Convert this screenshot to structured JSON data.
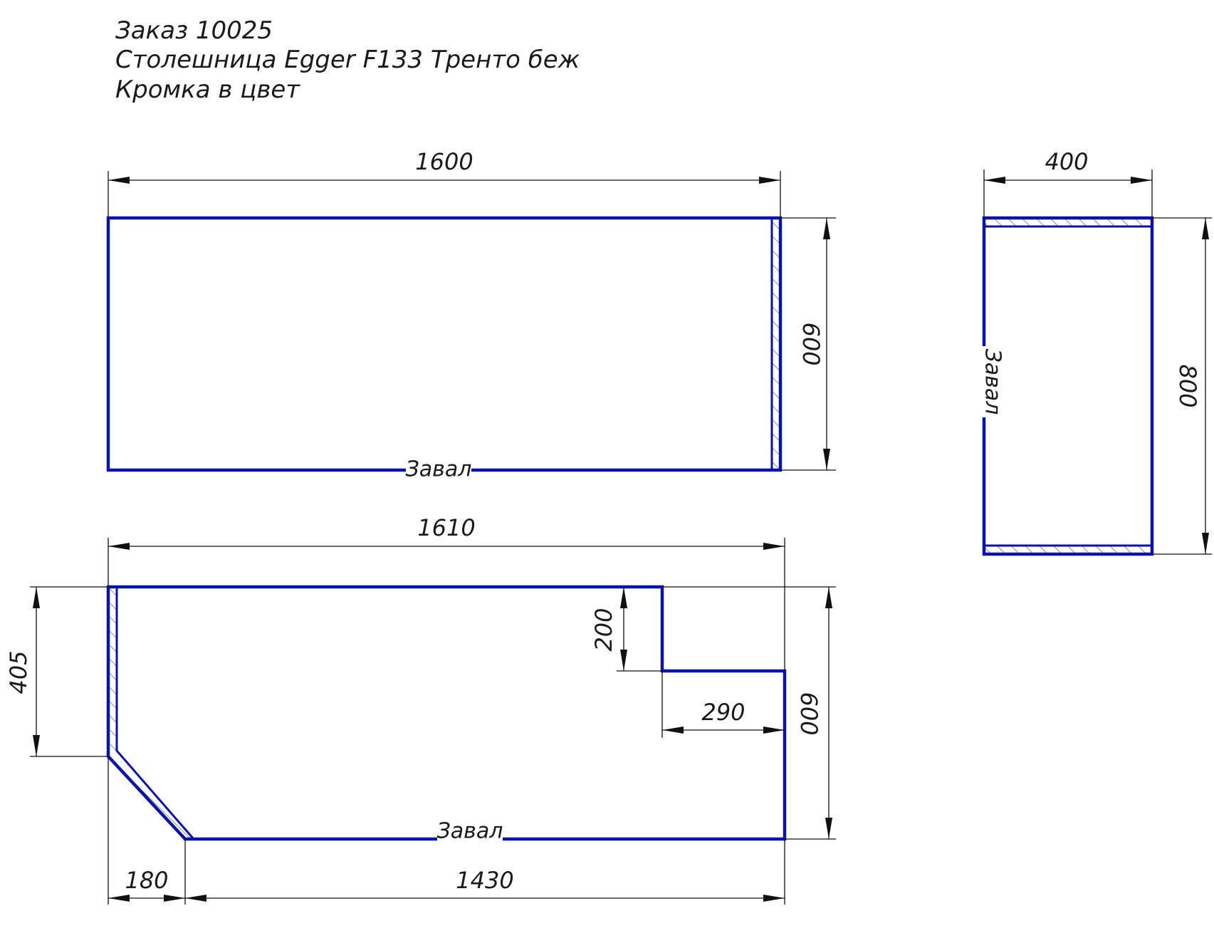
{
  "header": {
    "line1": "Заказ 10025",
    "line2": "Столешница Egger F133 Тренто беж",
    "line3": "Кромка в цвет"
  },
  "parts": {
    "top_left": {
      "width_dim": "1600",
      "height_dim": "600",
      "edge_label": "Завал"
    },
    "right": {
      "width_dim": "400",
      "height_dim": "800",
      "edge_label": "Завал"
    },
    "bottom_left": {
      "width_dim": "1610",
      "height_dim": "600",
      "left_dim": "405",
      "notch_depth_dim": "200",
      "notch_width_dim": "290",
      "bevel_dim": "180",
      "bottom_length_dim": "1430",
      "edge_label": "Завал"
    }
  },
  "colors": {
    "part_outline": "#0b13a6",
    "dimension_lines": "#111111",
    "hatch": "#555555",
    "background": "#ffffff"
  }
}
